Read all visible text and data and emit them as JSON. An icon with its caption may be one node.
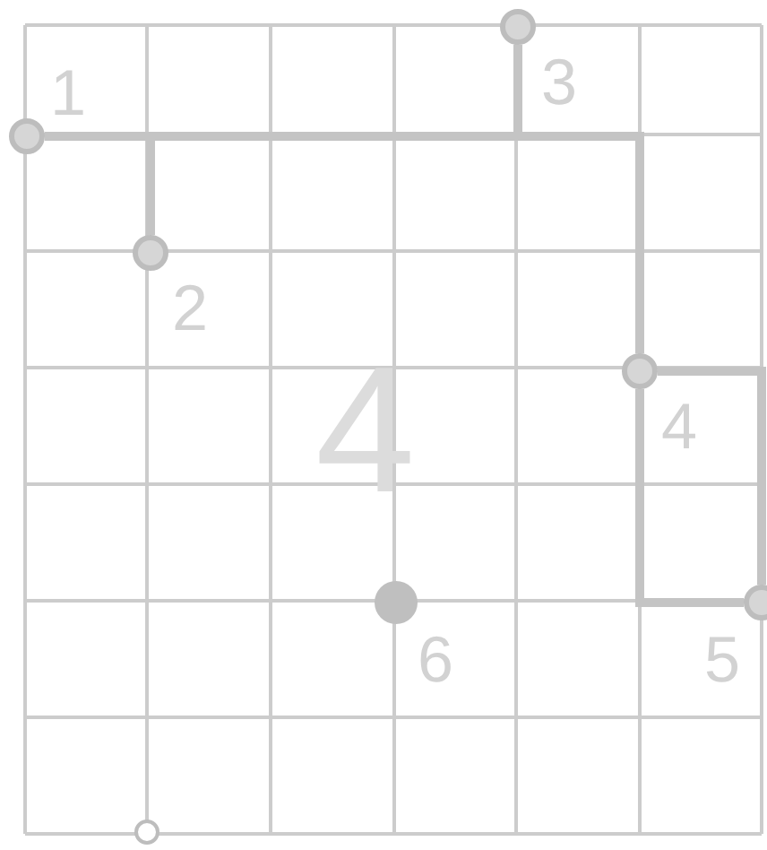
{
  "diagram": {
    "nodes": [
      {
        "text": [],
        "shape": "circle",
        "beside": [
          "1"
        ]
      },
      {
        "text": [],
        "shape": "circle",
        "beside": [
          "2"
        ]
      },
      {
        "text": [],
        "shape": "circle",
        "beside": [
          "3"
        ]
      },
      {
        "text": [],
        "shape": "circle",
        "beside": [
          "4"
        ]
      },
      {
        "text": [],
        "shape": "circle",
        "beside": [
          "5"
        ]
      },
      {
        "text": [],
        "shape": "circle",
        "beside": [
          "6"
        ]
      },
      {
        "text": [],
        "shape": "circle"
      }
    ],
    "edges": [
      {
        "from": 0,
        "to": 2,
        "arrow": "none"
      },
      {
        "from": 0,
        "to": 1,
        "arrow": "none"
      },
      {
        "from": 0,
        "to": 3,
        "arrow": "none"
      },
      {
        "from": 3,
        "to": 4,
        "arrow": "none"
      },
      {
        "from": 3,
        "to": 4,
        "arrow": "none"
      }
    ],
    "labels": [
      "4"
    ]
  }
}
